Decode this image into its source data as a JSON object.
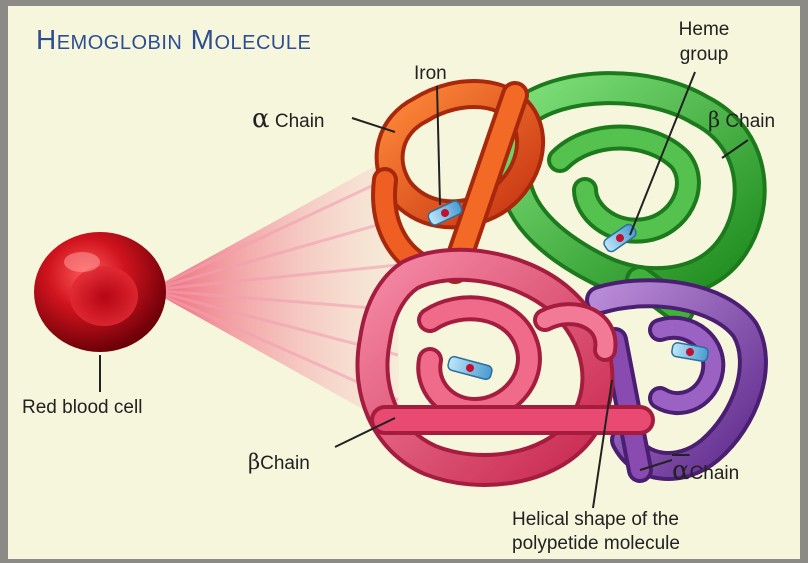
{
  "title": "Hemoglobin Molecule",
  "labels": {
    "iron": "Iron",
    "heme_line1": "Heme",
    "heme_line2": "group",
    "alpha_top_symbol": "α",
    "alpha_top_text": "Chain",
    "beta_top_symbol": "β",
    "beta_top_text": "Chain",
    "red_blood_cell": "Red blood cell",
    "beta_bottom_symbol": "β",
    "beta_bottom_text": "Chain",
    "alpha_bottom_symbol": "α",
    "alpha_bottom_text": "Chain",
    "helical_line1": "Helical shape of the",
    "helical_line2": "polypetide molecule"
  },
  "colors": {
    "background": "#f6f6dc",
    "frame": "#8c8a86",
    "title": "#2e4e91",
    "alpha_chain": "#e8501c",
    "beta_chain_green": "#2faa2a",
    "beta_chain_pink": "#e0406a",
    "alpha_chain_purple": "#8a4bb0",
    "blood_cell": "#c8101e",
    "heme": "#7ec3ea"
  }
}
